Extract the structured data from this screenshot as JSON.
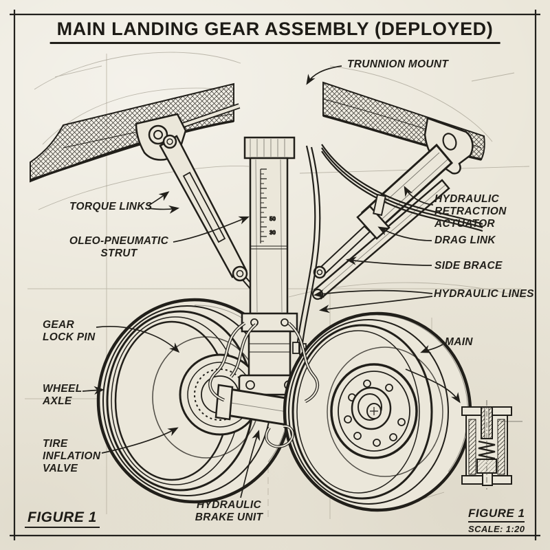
{
  "title": "MAIN LANDING GEAR ASSEMBLY (DEPLOYED)",
  "callouts": {
    "trunnion_mount": "TRUNNION MOUNT",
    "torque_links": "TORQUE LINKS",
    "oleo_strut": "OLEO-PNEUMATIC STRUT",
    "hydraulic_retraction_actuator": "HYDRAULIC RETRACTION ACTUATOR",
    "drag_link": "DRAG LINK",
    "side_brace": "SIDE BRACE",
    "hydraulic_lines": "HYDRAULIC LINES",
    "gear_lock_pin": "GEAR LOCK PIN",
    "wheel_axle": "WHEEL AXLE",
    "tire_inflation_valve": "TIRE INFLATION VALVE",
    "main_wheel": "MAIN",
    "hydraulic_brake_unit": "HYDRAULIC BRAKE UNIT"
  },
  "figure": {
    "bottom_left": "FIGURE 1",
    "bottom_right": "FIGURE 1",
    "scale": "SCALE: 1:20"
  },
  "strut_gauge": {
    "upper_mark": "50",
    "lower_mark": "30"
  },
  "colors": {
    "paper": "#ebe7da",
    "ink": "#211f1a",
    "faint_line": "#b6b0a0"
  }
}
